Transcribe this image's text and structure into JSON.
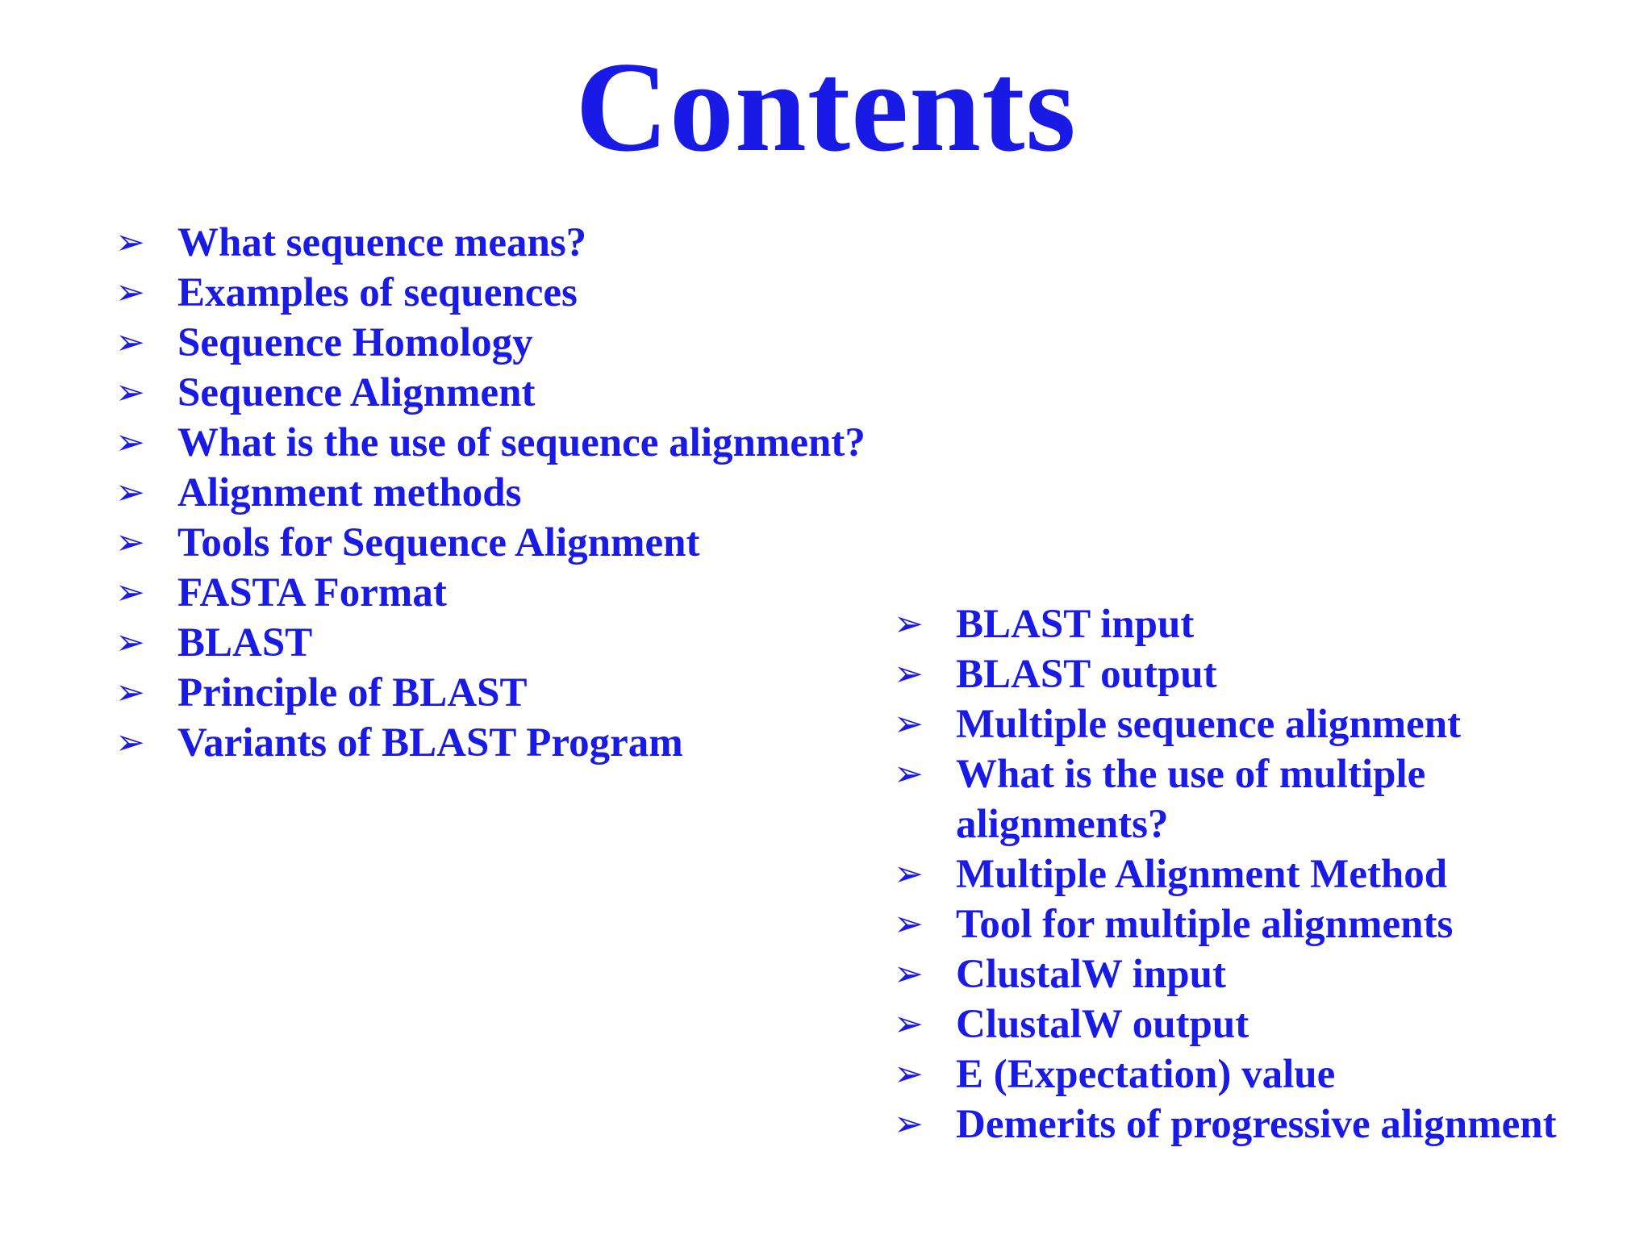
{
  "slide": {
    "title": "Contents",
    "bullet_icon": "arrowhead-bullet-icon",
    "text_color": "#1a1ae6",
    "left_items": [
      "What sequence means?",
      "Examples of sequences",
      "Sequence Homology",
      "Sequence Alignment",
      "What is the use of sequence alignment?",
      "Alignment methods",
      "Tools for Sequence Alignment",
      "FASTA Format",
      "BLAST",
      "Principle of BLAST",
      "Variants of BLAST Program"
    ],
    "right_items": [
      "BLAST input",
      "BLAST output",
      "Multiple sequence alignment",
      "What is the use of multiple alignments?",
      "Multiple Alignment Method",
      "Tool for multiple alignments",
      "ClustalW input",
      "ClustalW output",
      "E (Expectation) value",
      "Demerits of progressive alignment"
    ]
  }
}
